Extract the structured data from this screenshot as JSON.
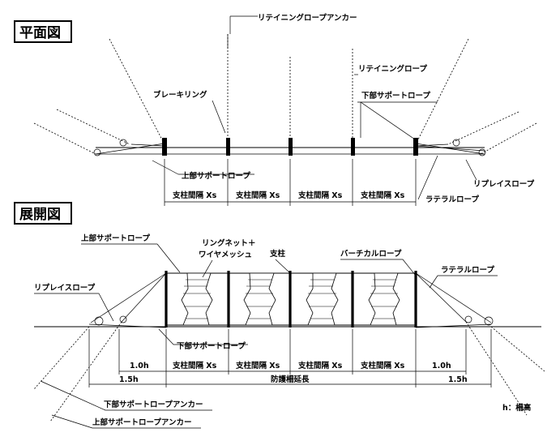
{
  "plan_view": {
    "title": "平面図",
    "labels": {
      "retaining_rope_anchor": "リテイニングロープアンカー",
      "retaining_rope": "リテイニングロープ",
      "brake_ring": "ブレーキリング",
      "lower_support_rope": "下部サポートロープ",
      "upper_support_rope": "上部サポートロープ",
      "replace_rope": "リプレイスロープ",
      "lateral_rope": "ラテラルロープ"
    },
    "spans": [
      "支柱間隔 Xs",
      "支柱間隔 Xs",
      "支柱間隔 Xs",
      "支柱間隔 Xs"
    ]
  },
  "elevation_view": {
    "title": "展開図",
    "labels": {
      "upper_support_rope": "上部サポートロープ",
      "ring_net_wire_mesh_1": "リングネット＋",
      "ring_net_wire_mesh_2": "ワイヤメッシュ",
      "post": "支柱",
      "vertical_rope": "バーチカルロープ",
      "lateral_rope": "ラテラルロープ",
      "replace_rope": "リプレイスロープ",
      "lower_support_rope": "下部サポートロープ",
      "lower_support_rope_anchor": "下部サポートロープアンカー",
      "upper_support_rope_anchor": "上部サポートロープアンカー"
    },
    "spans": [
      "支柱間隔 Xs",
      "支柱間隔 Xs",
      "支柱間隔 Xs",
      "支柱間隔 Xs"
    ],
    "offset_inner": "1.0h",
    "offset_outer": "1.5h",
    "total_length": "防護柵延長",
    "legend": "h：柵高"
  }
}
